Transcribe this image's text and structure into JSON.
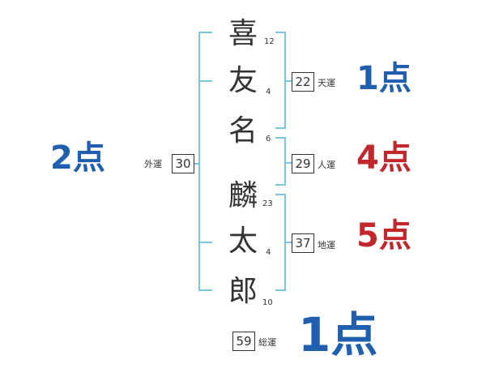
{
  "name_chars": [
    {
      "char": "喜",
      "strokes": "12"
    },
    {
      "char": "友",
      "strokes": "4"
    },
    {
      "char": "名",
      "strokes": "6"
    },
    {
      "char": "麟",
      "strokes": "23"
    },
    {
      "char": "太",
      "strokes": "4"
    },
    {
      "char": "郎",
      "strokes": "10"
    }
  ],
  "fortunes": {
    "tenkaku": {
      "label": "天運",
      "value": "22",
      "score": "1点",
      "color": "#1f5fae"
    },
    "jinkaku": {
      "label": "人運",
      "value": "29",
      "score": "4点",
      "color": "#c0282e"
    },
    "chikaku": {
      "label": "地運",
      "value": "37",
      "score": "5点",
      "color": "#c0282e"
    },
    "gaikaku": {
      "label": "外運",
      "value": "30",
      "score": "2点",
      "color": "#1f5fae"
    },
    "soukaku": {
      "label": "総運",
      "value": "59",
      "score": "1点",
      "color": "#1f5fae"
    }
  },
  "colors": {
    "bracket": "#7ec4e3",
    "text": "#333333"
  }
}
